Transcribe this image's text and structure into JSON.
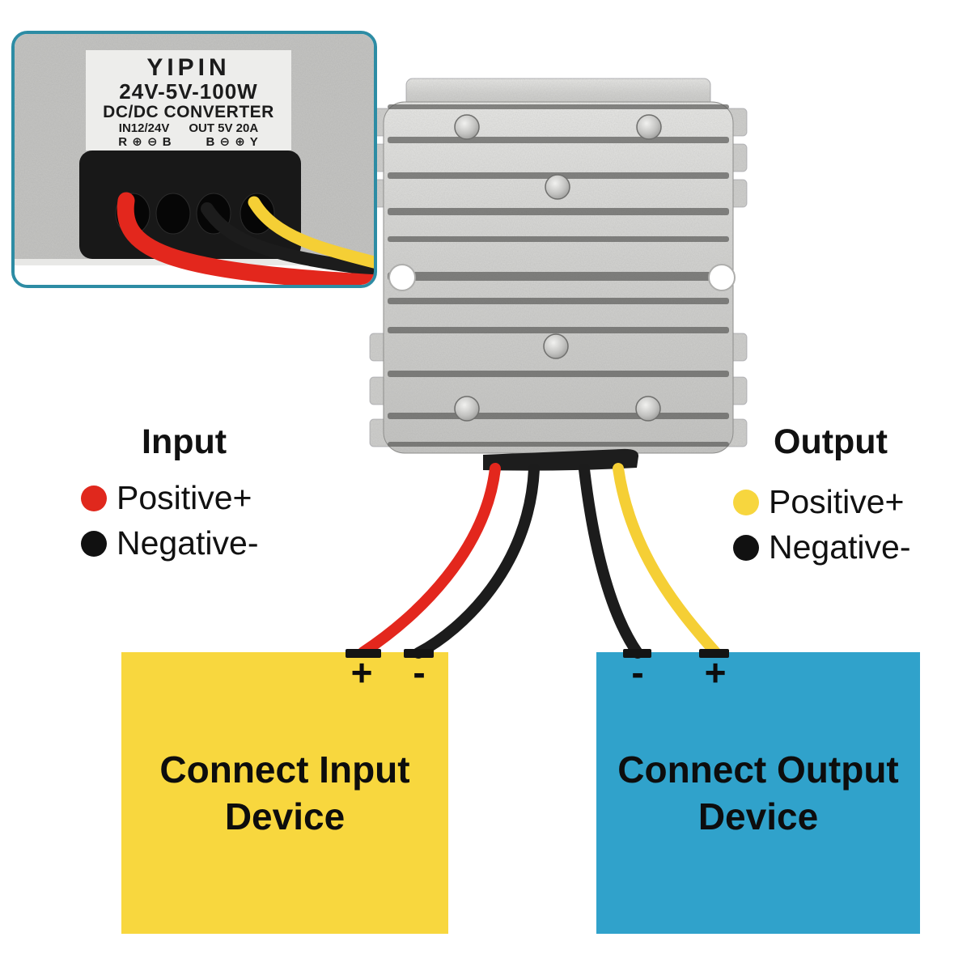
{
  "inset": {
    "border_color": "#2d8ca4",
    "label": {
      "brand": "YIPIN",
      "model": "24V-5V-100W",
      "type": "DC/DC CONVERTER",
      "io_in": "IN12/24V",
      "io_out": "OUT 5V 20A",
      "pins_in": "R ⊕ ⊖ B",
      "pins_out": "B ⊖ ⊕ Y"
    }
  },
  "legend_input": {
    "title": "Input",
    "items": [
      {
        "label": "Positive+",
        "color": "#e0281d"
      },
      {
        "label": "Negative-",
        "color": "#111111"
      }
    ]
  },
  "legend_output": {
    "title": "Output",
    "items": [
      {
        "label": "Positive+",
        "color": "#f7d63e"
      },
      {
        "label": "Negative-",
        "color": "#111111"
      }
    ]
  },
  "input_box": {
    "line1": "Connect Input",
    "line2": "Device",
    "plus": "+",
    "minus": "-",
    "bg_color": "#f8d73e"
  },
  "output_box": {
    "line1": "Connect Output",
    "line2": "Device",
    "plus": "+",
    "minus": "-",
    "bg_color": "#30a2cb"
  },
  "wire_colors": {
    "red": "#e3271d",
    "black": "#1c1c1c",
    "yellow": "#f5cf35"
  }
}
